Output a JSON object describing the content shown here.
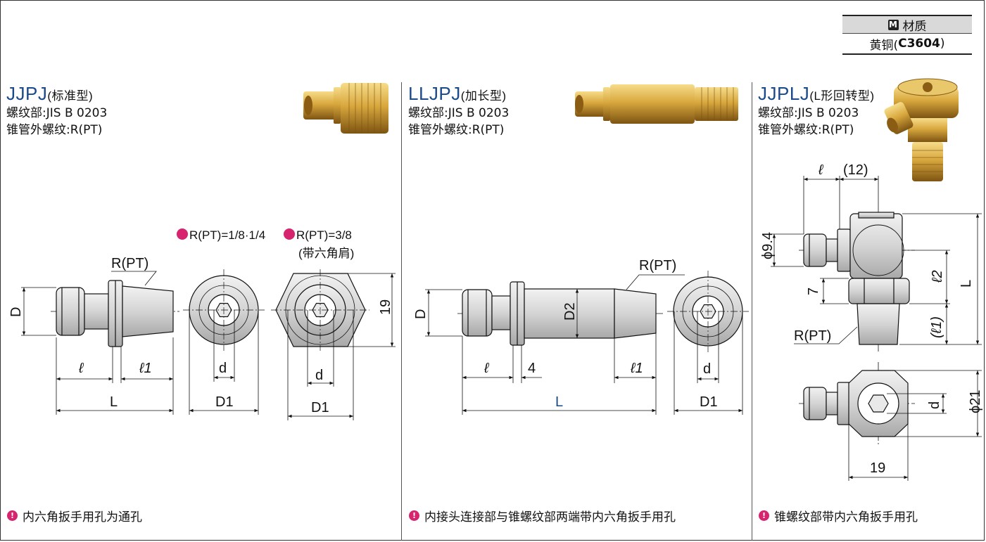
{
  "material": {
    "label": "材质",
    "value_prefix": "黄铜(",
    "value_code": "C3604",
    "value_suffix": ")"
  },
  "sections": [
    {
      "code": "JJPJ",
      "type": "(标准型)",
      "thread_spec": "螺纹部:JIS B 0203",
      "taper_spec": "锥管外螺纹:R(PT)",
      "note": "内六角扳手用孔为通孔",
      "labels": {
        "rpt": "R(PT)",
        "d": "D",
        "l": "ℓ",
        "l1": "ℓ1",
        "L": "L",
        "d_small": "d",
        "d1": "D1",
        "d_small2": "d",
        "d1b": "D1",
        "h19": "19",
        "v1": "R(PT)=1/8·1/4",
        "v2": "R(PT)=3/8",
        "v2_sub": "(带六角肩)"
      }
    },
    {
      "code": "LLJPJ",
      "type": "(加长型)",
      "thread_spec": "螺纹部:JIS B 0203",
      "taper_spec": "锥管外螺纹:R(PT)",
      "note": "内接头连接部与锥螺纹部两端带内六角扳手用孔",
      "labels": {
        "rpt": "R(PT)",
        "d": "D",
        "d2": "D2",
        "l": "ℓ",
        "four": "4",
        "l1": "ℓ1",
        "L": "L",
        "d_small": "d",
        "d1": "D1"
      }
    },
    {
      "code": "JJPLJ",
      "type": "(L形回转型)",
      "thread_spec": "螺纹部:JIS B 0203",
      "taper_spec": "锥管外螺纹:R(PT)",
      "note": "锥螺纹部带内六角扳手用孔",
      "labels": {
        "l": "ℓ",
        "twelve": "(12)",
        "phi94": "ϕ9.4",
        "seven": "7",
        "l2": "ℓ2",
        "L": "L",
        "l1p": "(ℓ1)",
        "rpt": "R(PT)",
        "d_small": "d",
        "phi21": "ϕ21",
        "w19": "19"
      }
    }
  ],
  "colors": {
    "accent": "#1a4a8a",
    "pin": "#d6246e",
    "brass": "#c8952c",
    "part_fill": "#d8d8d8"
  }
}
